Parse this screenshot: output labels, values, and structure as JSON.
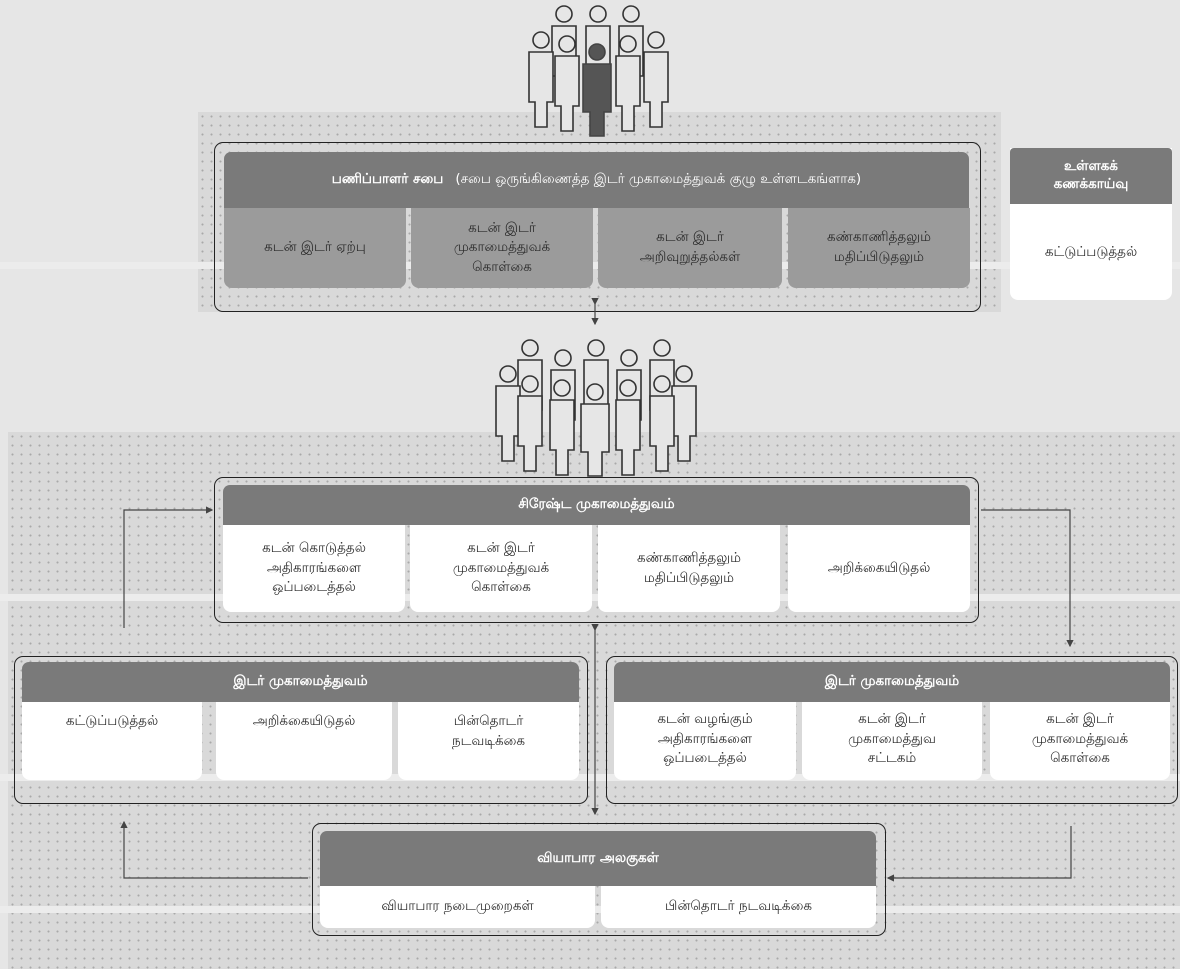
{
  "board": {
    "title": "பணிப்பாளர் சபை",
    "subtitle": "(சபை ஒருங்கிணைத்த இடர் முகாமைத்துவக் குழு உள்ளடகங்ளாக)",
    "items": [
      "கடன் இடர் ஏற்பு",
      "கடன் இடர் முகாமைத்துவக் கொள்கை",
      "கடன் இடர் அறிவுறுத்தல்கள்",
      "கண்காணித்தலும் மதிப்பிடுதலும்"
    ]
  },
  "audit": {
    "title": "உள்ளகக் கணக்காய்வு",
    "item": "கட்டுப்படுத்தல்"
  },
  "senior": {
    "title": "சிரேஷ்ட முகாமைத்துவம்",
    "items": [
      "கடன் கொடுத்தல் அதிகாரங்களை ஒப்படைத்தல்",
      "கடன் இடர் முகாமைத்துவக் கொள்கை",
      "கண்காணித்தலும் மதிப்பிடுதலும்",
      "அறிக்கையிடுதல்"
    ]
  },
  "risk_left": {
    "title": "இடர் முகாமைத்துவம்",
    "items": [
      "கட்டுப்படுத்தல்",
      "அறிக்கையிடுதல்",
      "பின்தொடர் நடவடிக்கை"
    ]
  },
  "risk_right": {
    "title": "இடர் முகாமைத்துவம்",
    "items": [
      "கடன் வழங்கும் அதிகாரங்களை ஒப்படைத்தல்",
      "கடன் இடர் முகாமைத்துவ சட்டகம்",
      "கடன் இடர் முகாமைத்துவக் கொள்கை"
    ]
  },
  "business": {
    "title": "வியாபார அலகுகள்",
    "items": [
      "வியாபார நடைமுறைகள்",
      "பின்தொடர் நடவடிக்கை"
    ]
  },
  "icons": [
    "board-people-icon",
    "staff-people-icon"
  ],
  "colors": {
    "header": "#7a7a7a",
    "board_cell": "#9b9b9b",
    "dot_area": "#d9d9d9",
    "background": "#e6e6e6",
    "leader_figure": "#555555"
  }
}
